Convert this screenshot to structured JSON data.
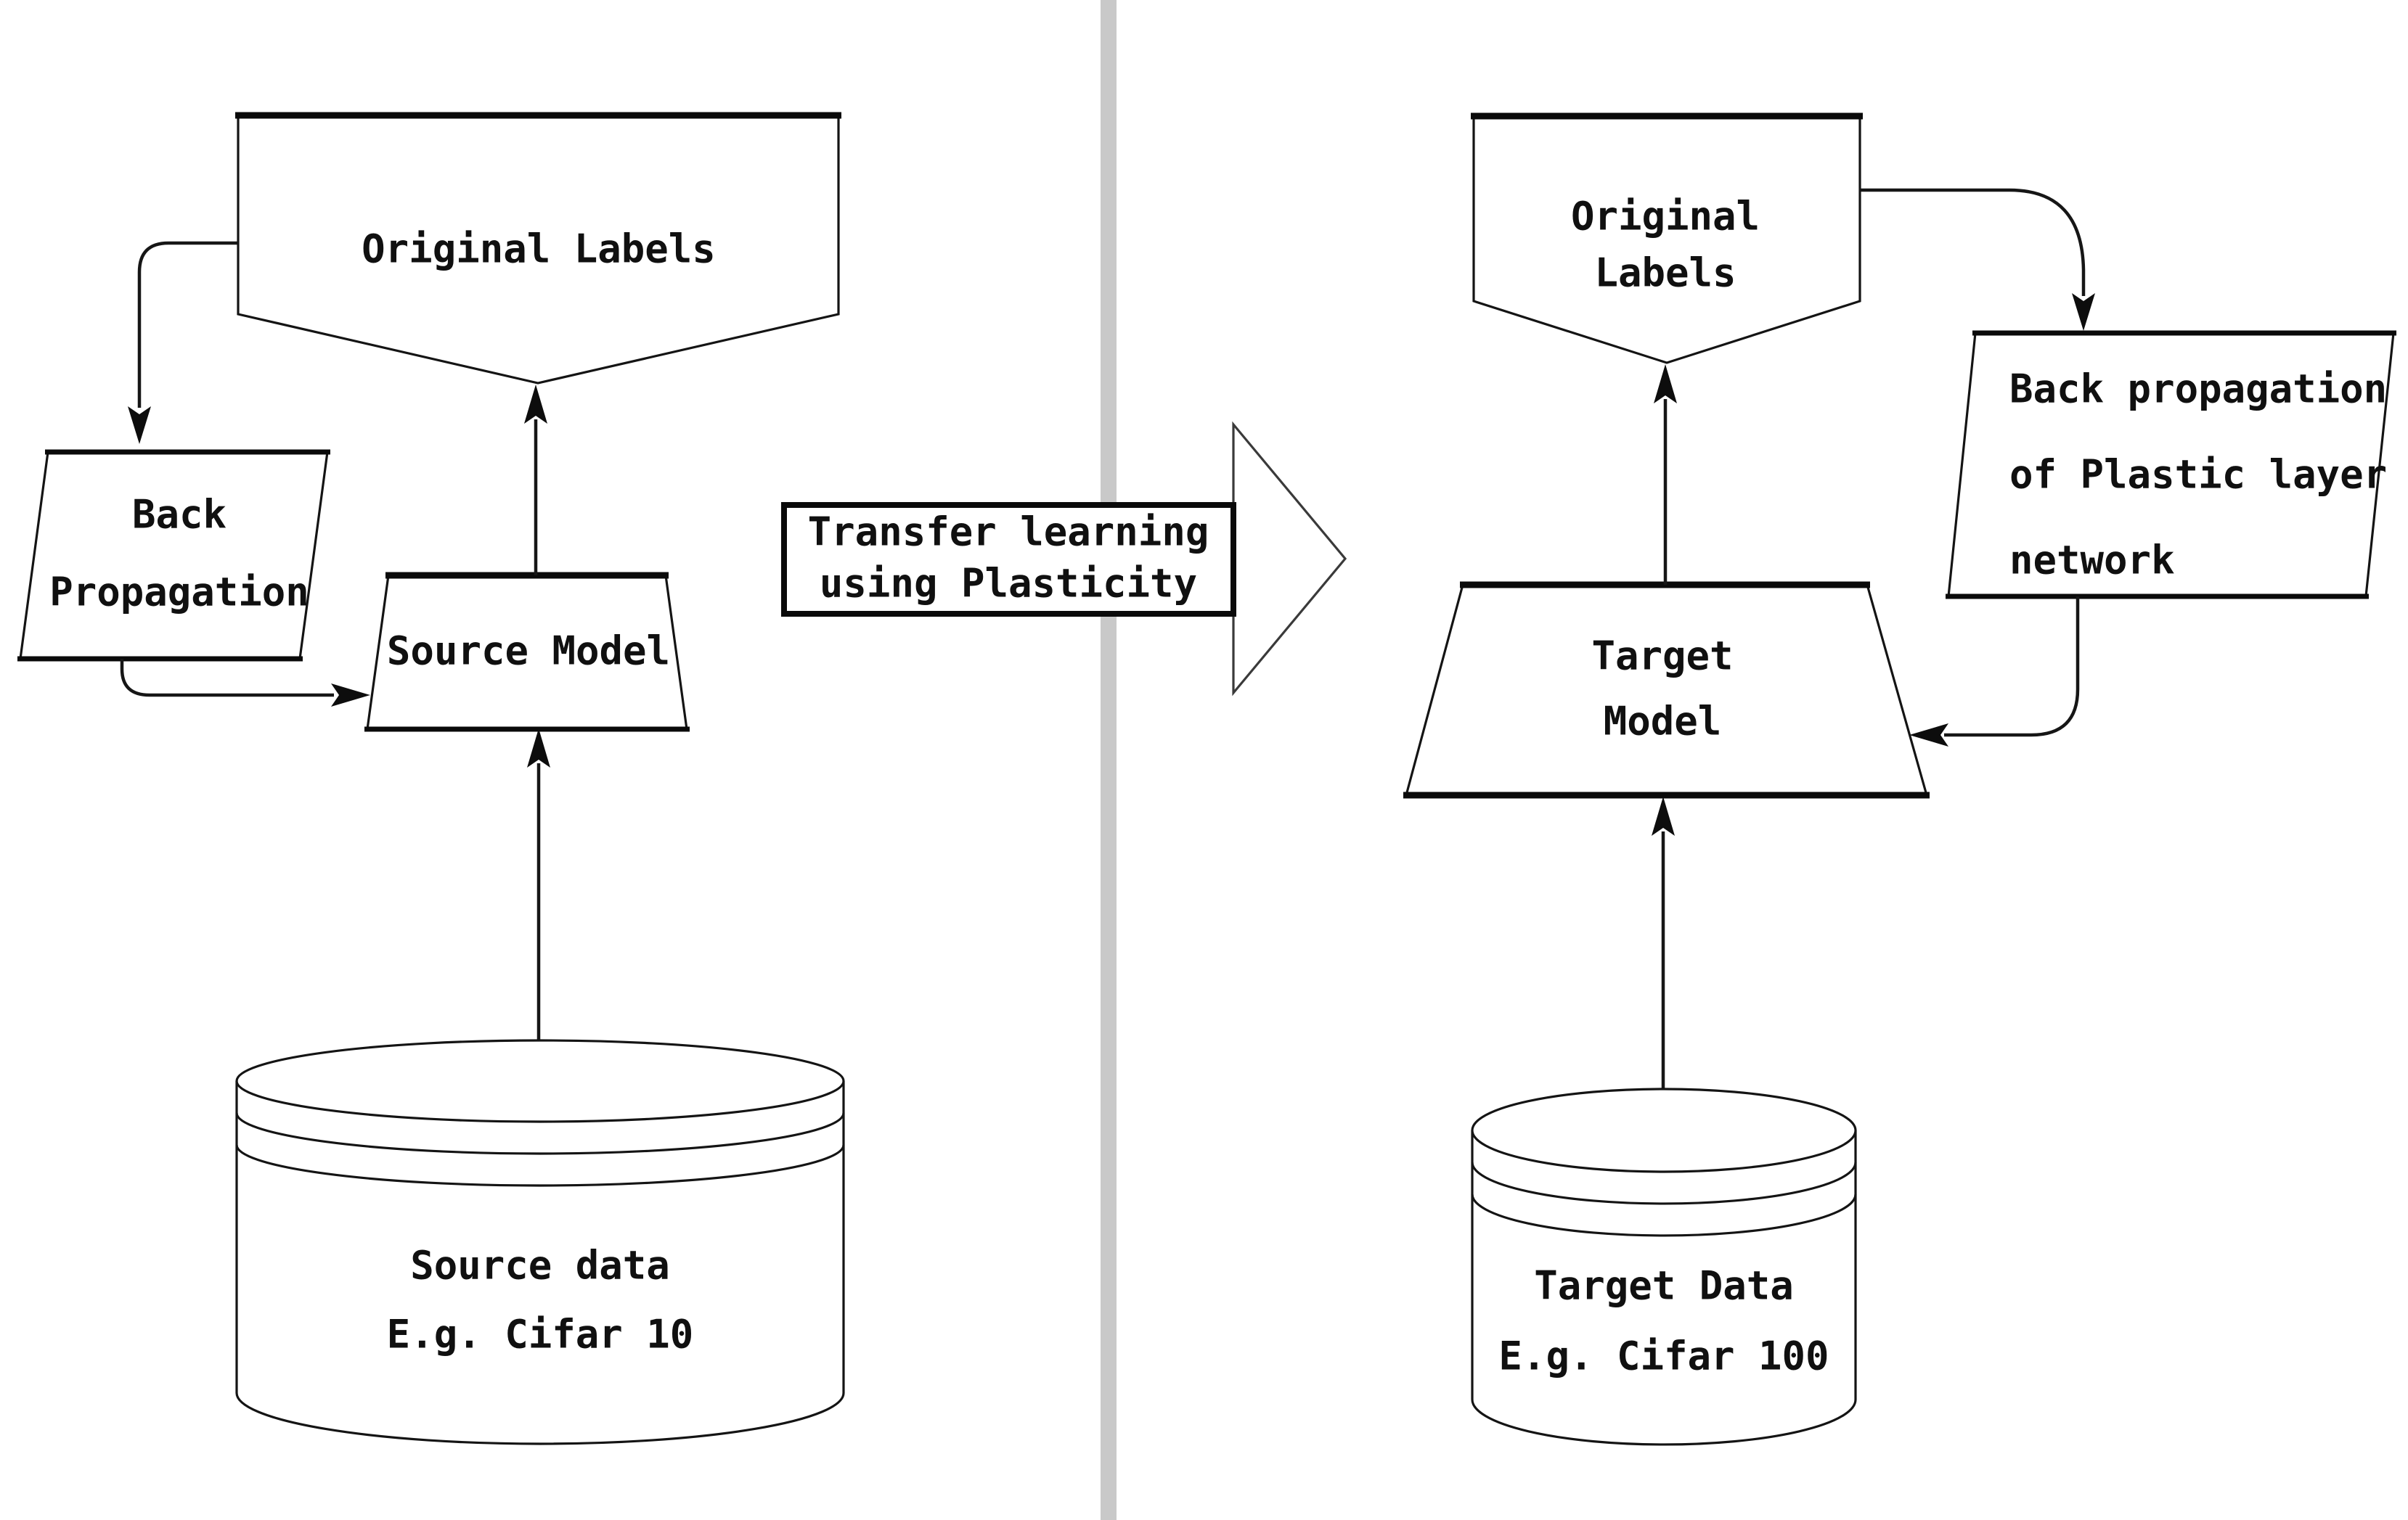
{
  "figure": {
    "type": "flow-diagram",
    "background_color": "#ffffff",
    "stroke_color": "#141414",
    "divider_color": "#c9c9c9"
  },
  "left_panel": {
    "original_labels": "Original Labels",
    "back_propagation": {
      "line1": "Back",
      "line2": "Propagation"
    },
    "source_model": "Source Model",
    "source_data": {
      "line1": "Source data",
      "line2": "E.g. Cifar 10"
    }
  },
  "center": {
    "transfer_arrow": {
      "line1": "Transfer learning",
      "line2": "using Plasticity"
    }
  },
  "right_panel": {
    "original_labels": {
      "line1": "Original",
      "line2": "Labels"
    },
    "back_propagation_plastic": {
      "line1": "Back propagation",
      "line2": "of Plastic layer",
      "line3": "network"
    },
    "target_model": {
      "line1": "Target",
      "line2": "Model"
    },
    "target_data": {
      "line1": "Target Data",
      "line2": "E.g. Cifar 100"
    }
  }
}
